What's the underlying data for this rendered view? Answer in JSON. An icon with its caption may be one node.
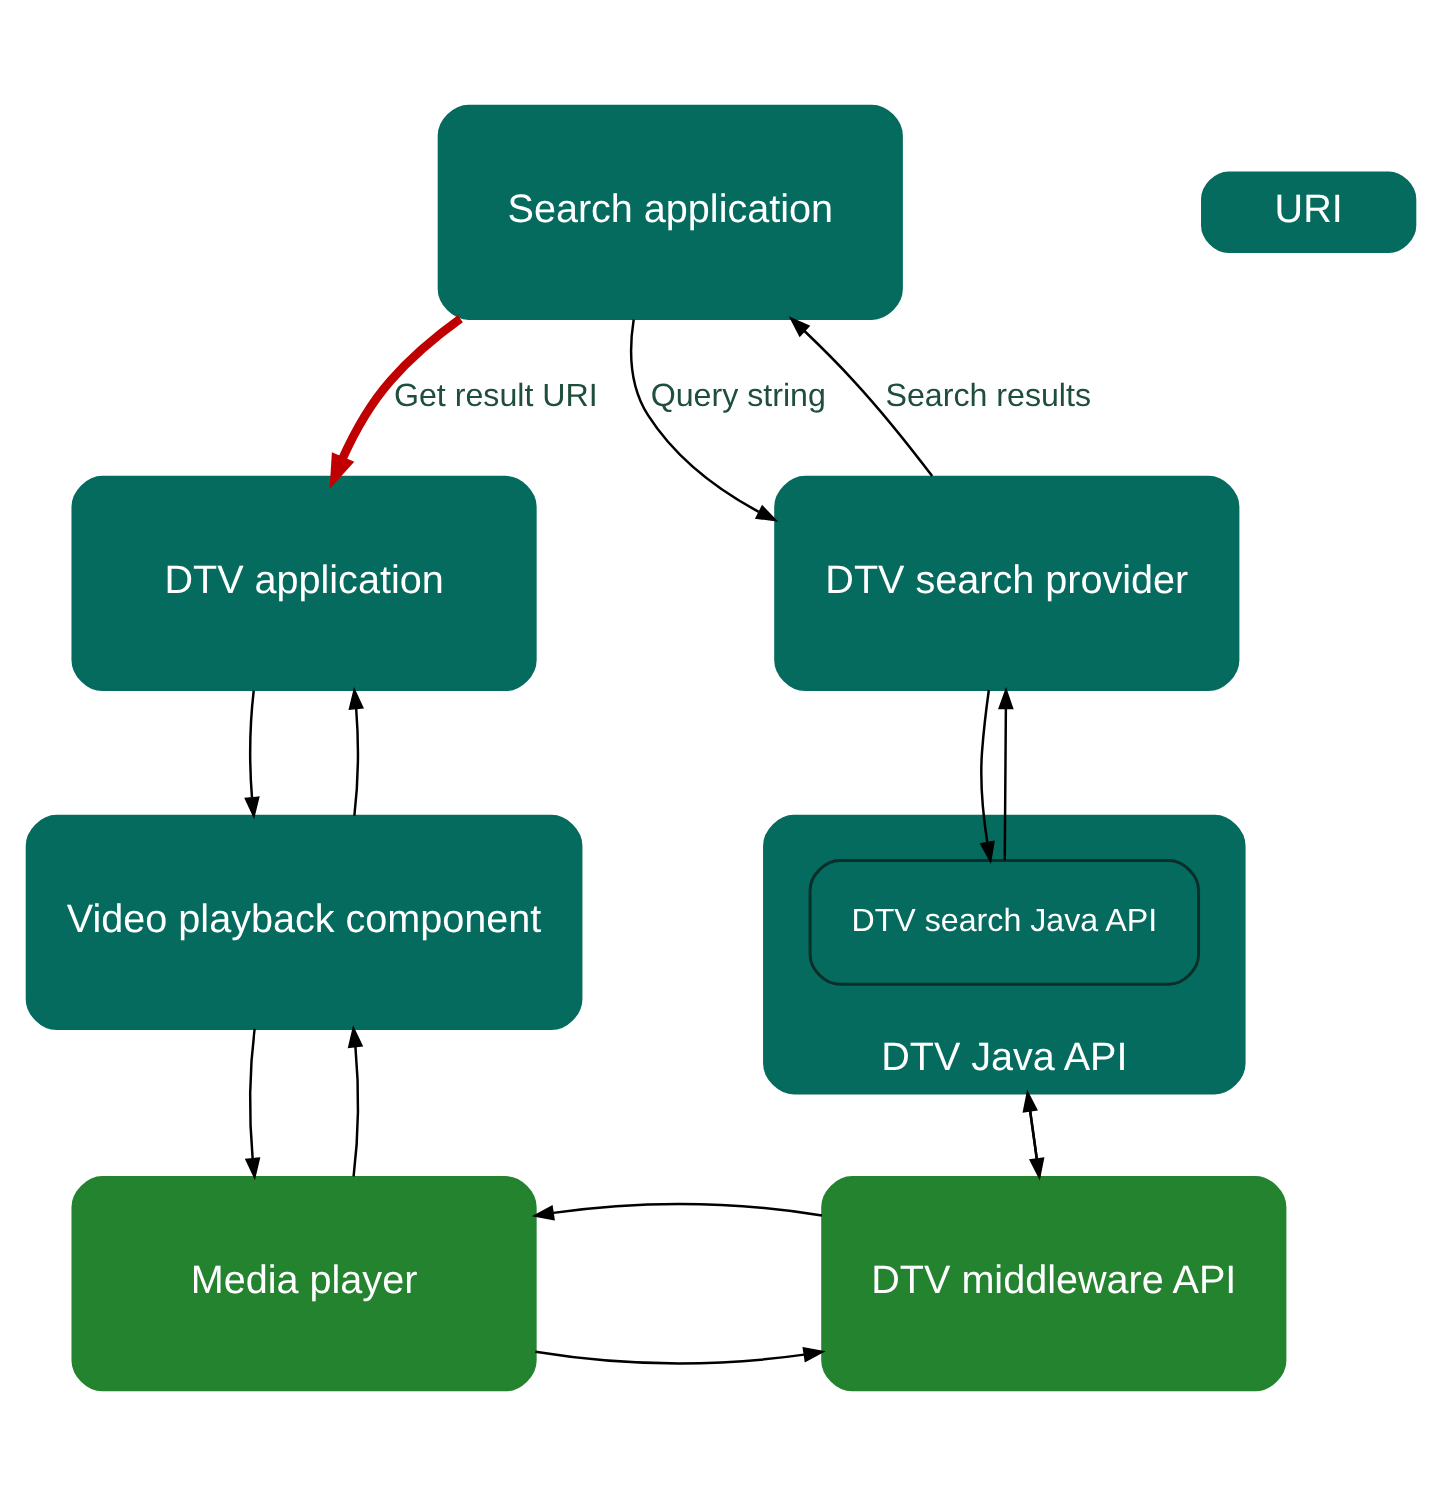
{
  "diagram": {
    "nodes": [
      {
        "text": [
          "Search application"
        ]
      },
      {
        "text": [
          "URI"
        ]
      },
      {
        "text": [
          "DTV application"
        ]
      },
      {
        "text": [
          "DTV search provider"
        ]
      },
      {
        "text": [
          "Video playback component"
        ]
      },
      {
        "text": [
          "DTV Java API"
        ]
      },
      {
        "text": [
          "DTV search Java API"
        ],
        "in": 5
      },
      {
        "text": [
          "Media player"
        ]
      },
      {
        "text": [
          "DTV middleware API"
        ]
      }
    ],
    "edges": [
      {
        "from": 0,
        "to": 2,
        "arrow": "to",
        "label": "Get result URI",
        "style": "thick",
        "color": "#c00000"
      },
      {
        "from": 0,
        "to": 3,
        "arrow": "to",
        "label": "Query string"
      },
      {
        "from": 3,
        "to": 0,
        "arrow": "to",
        "label": "Search results"
      },
      {
        "from": 2,
        "to": 4,
        "arrow": "to"
      },
      {
        "from": 4,
        "to": 2,
        "arrow": "to"
      },
      {
        "from": 3,
        "to": 6,
        "arrow": "to"
      },
      {
        "from": 6,
        "to": 3,
        "arrow": "to"
      },
      {
        "from": 4,
        "to": 7,
        "arrow": "to"
      },
      {
        "from": 7,
        "to": 4,
        "arrow": "to"
      },
      {
        "from": 5,
        "to": 8,
        "arrow": "to"
      },
      {
        "from": 8,
        "to": 5,
        "arrow": "to"
      },
      {
        "from": 7,
        "to": 8,
        "arrow": "to"
      },
      {
        "from": 8,
        "to": 7,
        "arrow": "to"
      }
    ]
  }
}
